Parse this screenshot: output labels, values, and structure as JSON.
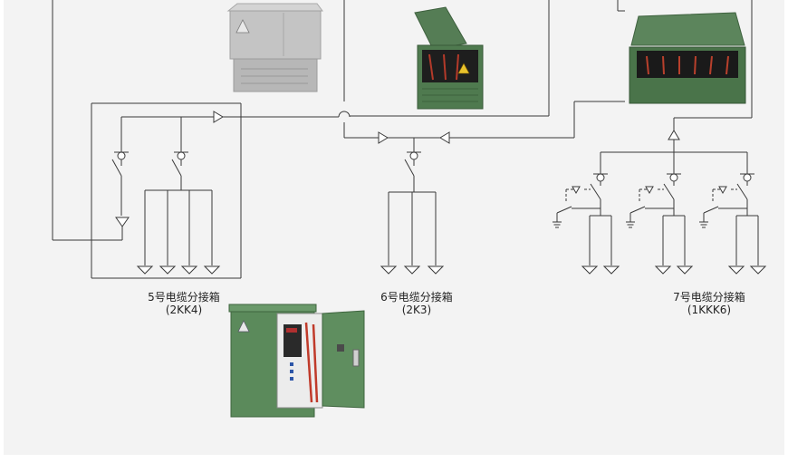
{
  "labels": {
    "box5": {
      "name": "5号电缆分接箱",
      "code": "(2KK4)"
    },
    "box6": {
      "name": "6号电缆分接箱",
      "code": "(2K3)"
    },
    "box7": {
      "name": "7号电缆分接箱",
      "code": "(1KKK6)"
    }
  },
  "colors": {
    "background": "#f3f3f3",
    "line": "#3a3a3a",
    "cabinet_green": "#4f7a4f",
    "cabinet_grey": "#bdbdbd"
  }
}
